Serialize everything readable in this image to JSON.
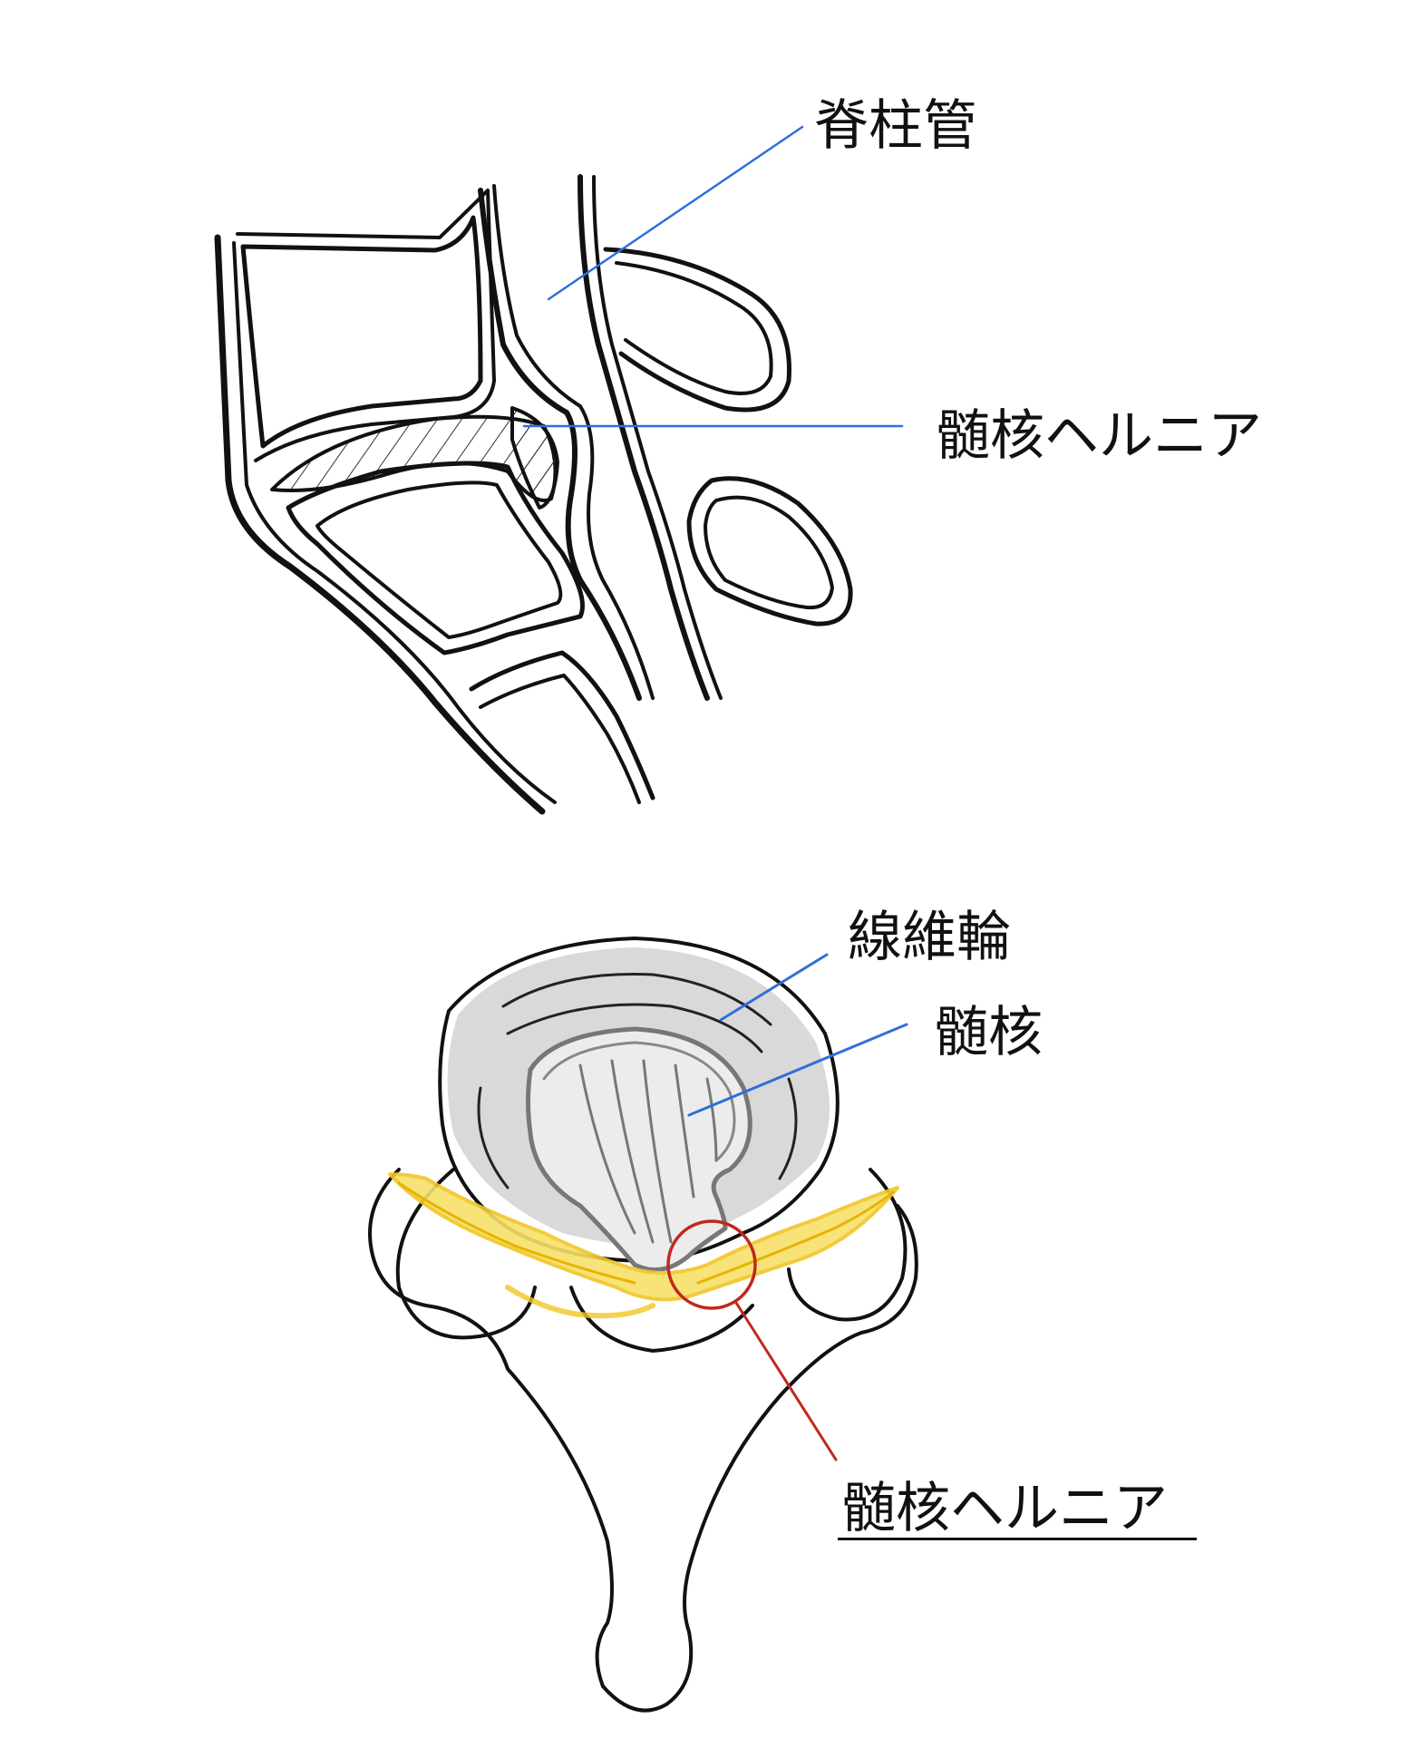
{
  "labels": {
    "spinal_canal": "脊柱管",
    "herniation_sagittal": "髄核ヘルニア",
    "annulus": "線維輪",
    "nucleus": "髄核",
    "herniation_axial": "髄核ヘルニア"
  },
  "colors": {
    "pointer_blue": "#2f6fdb",
    "pointer_red": "#c0281e",
    "ligament_yellow": "#f2c526",
    "disc_gray": "#9a9a9a",
    "outline": "#111111"
  }
}
